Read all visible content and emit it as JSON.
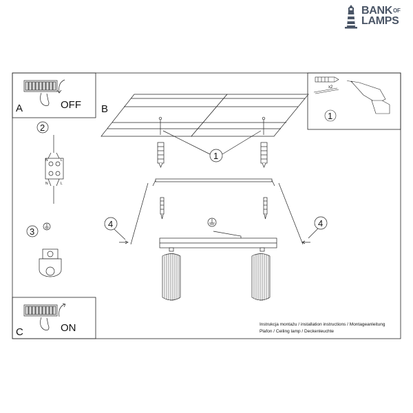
{
  "brand": {
    "line1": "BANK",
    "line1_suffix": "OF",
    "line2": "LAMPS"
  },
  "panels": {
    "a_label": "A",
    "a_text": "OFF",
    "b_label": "B",
    "c_label": "C",
    "c_text": "ON"
  },
  "steps": {
    "s1": "1",
    "s2": "2",
    "s3": "3",
    "s4": "4"
  },
  "tool_panel": {
    "multiplier": "x2",
    "step": "1"
  },
  "caption": {
    "line1": "Instrukcja montażu / installation instructions / Montageanleitung",
    "line2": "Plafon / Ceiling lamp / Deckenleuchte"
  },
  "icons": [
    "lighthouse-icon",
    "breaker-off-icon",
    "breaker-on-icon",
    "wire-connector-icon",
    "ground-icon",
    "drill-icon",
    "wall-plug-icon",
    "screw-icon"
  ]
}
